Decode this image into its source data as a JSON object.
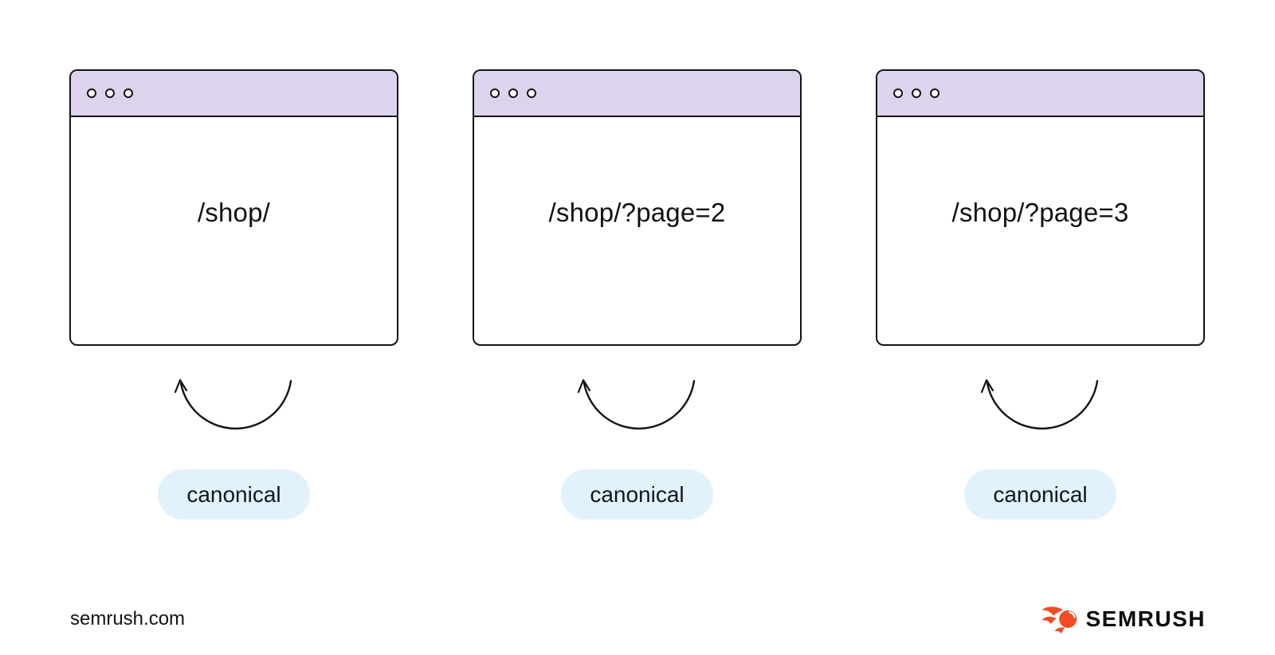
{
  "diagram": {
    "description": "Three browser windows each pointing a canonical tag to themselves",
    "windows": [
      {
        "url": "/shop/",
        "label": "canonical"
      },
      {
        "url": "/shop/?page=2",
        "label": "canonical"
      },
      {
        "url": "/shop/?page=3",
        "label": "canonical"
      }
    ],
    "colors": {
      "titlebar_purple": "#ddd3ec",
      "badge_blue": "#e1f2fc",
      "outline_black": "#141414",
      "background": "#ffffff"
    },
    "icons": {
      "window_dots": "three-outlined-circles",
      "arrow": "curved-self-referencing-arrow"
    }
  },
  "footer": {
    "site": "semrush.com",
    "brand": "SEMRUSH",
    "brand_orange": "#f44d25"
  }
}
